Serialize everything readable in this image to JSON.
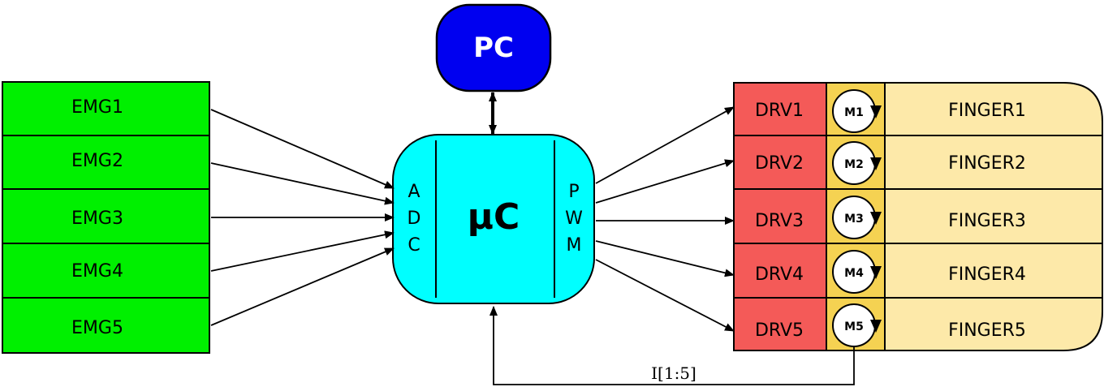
{
  "pc": {
    "label": "PC",
    "color": "#0000f0"
  },
  "mcu": {
    "label": "µC",
    "adc_letters": [
      "A",
      "D",
      "C"
    ],
    "pwm_letters": [
      "P",
      "W",
      "M"
    ],
    "color": "#00ffff"
  },
  "emg": {
    "color": "#00f000",
    "items": [
      "EMG1",
      "EMG2",
      "EMG3",
      "EMG4",
      "EMG5"
    ]
  },
  "drivers": {
    "color": "#f45a58",
    "items": [
      "DRV1",
      "DRV2",
      "DRV3",
      "DRV4",
      "DRV5"
    ]
  },
  "motors": {
    "color": "#f5d252",
    "items": [
      "M1",
      "M2",
      "M3",
      "M4",
      "M5"
    ]
  },
  "fingers": {
    "color": "#fde9a9",
    "items": [
      "FINGER1",
      "FINGER2",
      "FINGER3",
      "FINGER4",
      "FINGER5"
    ]
  },
  "feedback": {
    "label": "I[1:5]"
  }
}
